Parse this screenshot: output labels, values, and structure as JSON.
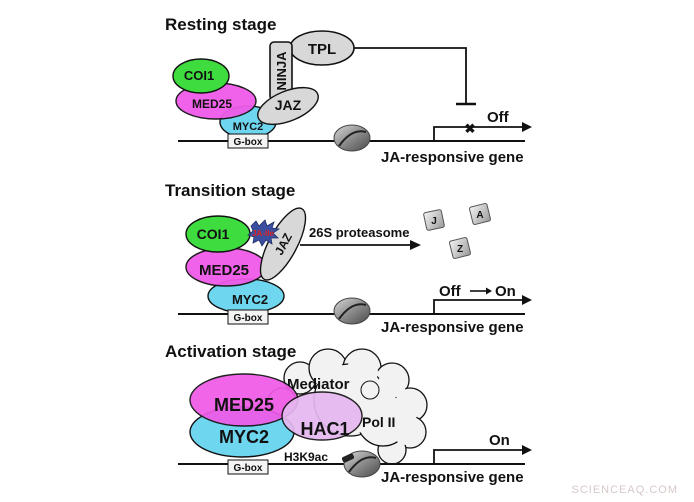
{
  "colors": {
    "coi1": "#3fdc3f",
    "med25": "#f05ae8",
    "myc2": "#6fd6f0",
    "jaz": "#d8d8d8",
    "hac1": "#e6b8f0",
    "mediator": "#f2f2f2",
    "nucleosome": "#8a8a8a",
    "line": "#111111",
    "ja_ile_burst": "#3a4fa0",
    "ja_ile_text": "#e02020"
  },
  "stages": {
    "resting": {
      "title": "Resting stage",
      "coi1": "COI1",
      "med25": "MED25",
      "myc2": "MYC2",
      "gbox": "G-box",
      "jaz": "JAZ",
      "ninja": "NINJA",
      "tpl": "TPL",
      "status": "Off",
      "gene": "JA-responsive gene"
    },
    "transition": {
      "title": "Transition stage",
      "coi1": "COI1",
      "ja_ile": "JA-Ile",
      "jaz": "JAZ",
      "med25": "MED25",
      "myc2": "MYC2",
      "gbox": "G-box",
      "proteasome": "26S proteasome",
      "fragments": [
        "J",
        "A",
        "Z"
      ],
      "status_from": "Off",
      "status_to": "On",
      "gene": "JA-responsive gene"
    },
    "activation": {
      "title": "Activation stage",
      "med25": "MED25",
      "myc2": "MYC2",
      "gbox": "G-box",
      "mediator": "Mediator",
      "hac1": "HAC1",
      "pol2": "Pol II",
      "h3k9ac": "H3K9ac",
      "status": "On",
      "gene": "JA-responsive gene"
    }
  },
  "watermark": "SCIENCEAQ.COM"
}
